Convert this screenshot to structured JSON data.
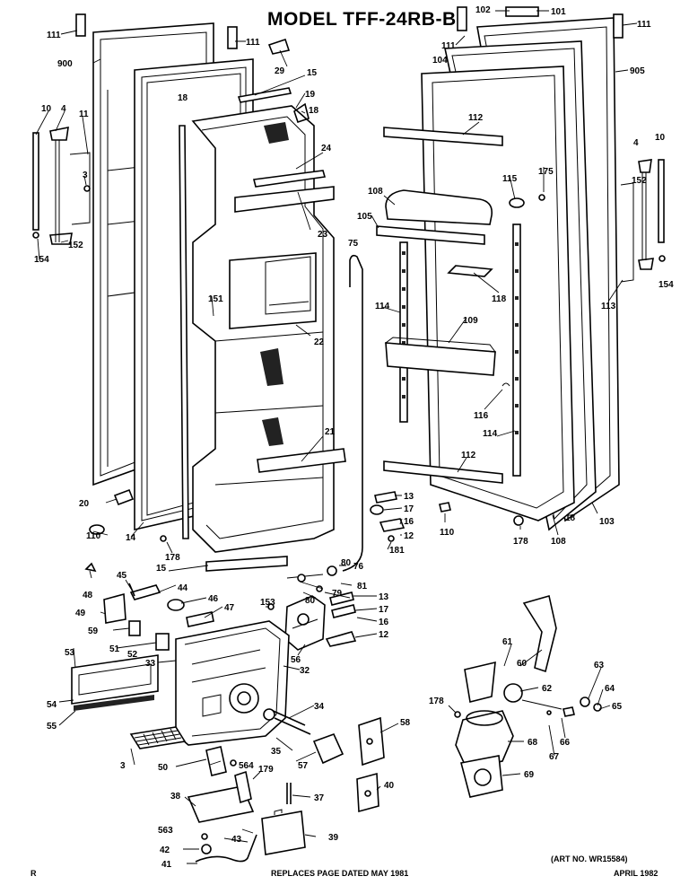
{
  "title": "MODEL TFF-24RB-B",
  "footer": {
    "left_mark": "R",
    "replaces": "REPLACES PAGE DATED MAY 1981",
    "date": "APRIL 1982",
    "art_no": "(ART NO. WR15584)"
  },
  "callouts": {
    "c111a": "111",
    "c111b": "111",
    "c111c": "111",
    "c111d": "111",
    "c900": "900",
    "c905": "905",
    "c10a": "10",
    "c4a": "4",
    "c11": "11",
    "c3": "3",
    "c152a": "152",
    "c154a": "154",
    "c29": "29",
    "c15a": "15",
    "c19": "19",
    "c18a": "18",
    "c18b": "18",
    "c24": "24",
    "c23": "23",
    "c151": "151",
    "c22": "22",
    "c21": "21",
    "c20": "20",
    "c110a": "110",
    "c14": "14",
    "c178a": "178",
    "c15b": "15",
    "c102": "102",
    "c101": "101",
    "c104": "104",
    "c112a": "112",
    "c175": "175",
    "c115": "115",
    "c108a": "108",
    "c105": "105",
    "c4b": "4",
    "c10b": "10",
    "c152b": "152",
    "c154b": "154",
    "c75": "75",
    "c118": "118",
    "c114a": "114",
    "c109": "109",
    "c113": "113",
    "c116": "116",
    "c114b": "114",
    "c112b": "112",
    "c13a": "13",
    "c17a": "17",
    "c16a": "16",
    "c12a": "12",
    "c181": "181",
    "c110b": "110",
    "c178b": "178",
    "c108b": "108",
    "c18c": "18",
    "c103": "103",
    "c80a": "80",
    "c76": "76",
    "c79": "79",
    "c81": "81",
    "c80b": "80",
    "c48": "48",
    "c45": "45",
    "c44": "44",
    "c46": "46",
    "c47": "47",
    "c153": "153",
    "c13b": "13",
    "c17b": "17",
    "c16b": "16",
    "c12b": "12",
    "c49": "49",
    "c59": "59",
    "c51": "51",
    "c52": "52",
    "c56": "56",
    "c53": "53",
    "c33": "33",
    "c32": "32",
    "c54": "54",
    "c55": "55",
    "c34": "34",
    "c35": "35",
    "c3b": "3",
    "c50": "50",
    "c564": "564",
    "c57": "57",
    "c58": "58",
    "c40": "40",
    "c179": "179",
    "c38": "38",
    "c37": "37",
    "c563": "563",
    "c39": "39",
    "c42": "42",
    "c43": "43",
    "c41": "41",
    "c61": "61",
    "c60": "60",
    "c62": "62",
    "c63": "63",
    "c64": "64",
    "c65": "65",
    "c178c": "178",
    "c68": "68",
    "c66": "66",
    "c67": "67",
    "c69": "69"
  }
}
